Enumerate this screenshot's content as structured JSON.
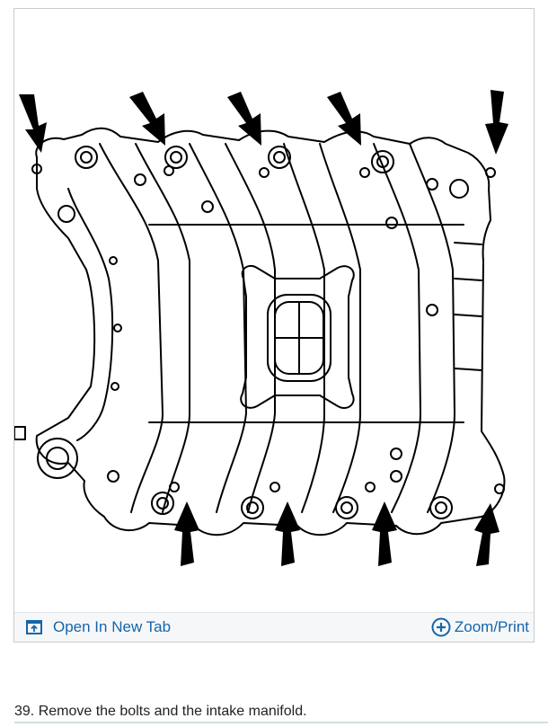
{
  "figure": {
    "icon_open": "open-in-new-tab-icon",
    "icon_zoom": "zoom-plus-icon",
    "open_label": "Open In New Tab",
    "zoom_label": "Zoom/Print",
    "link_color": "#1565a8"
  },
  "caption": {
    "text": "39. Remove the bolts and the intake manifold."
  }
}
